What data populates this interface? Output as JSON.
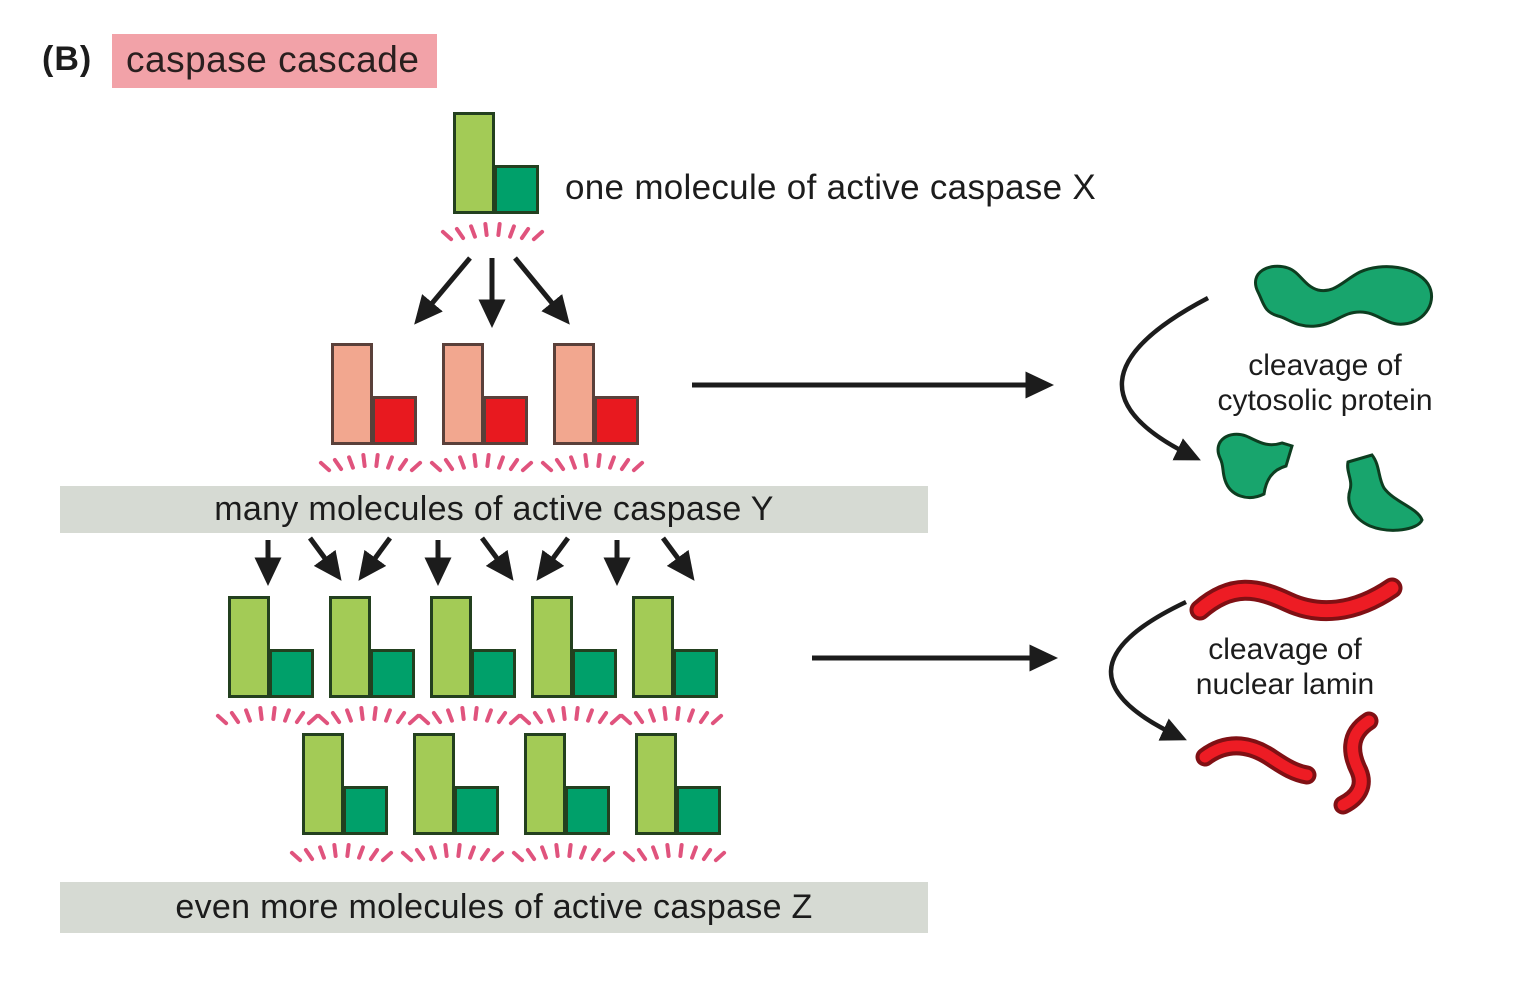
{
  "panel": {
    "label": "(B)",
    "title": "caspase cascade"
  },
  "labels": {
    "caspase_x": "one molecule of active caspase X",
    "caspase_y": "many molecules of active caspase Y",
    "caspase_z": "even more molecules of active caspase Z",
    "cleavage_cytosolic": {
      "line1": "cleavage of",
      "line2": "cytosolic protein"
    },
    "cleavage_lamin": {
      "line1": "cleavage of",
      "line2": "nuclear lamin"
    }
  },
  "molecule_rows": {
    "x": {
      "variant": "green",
      "count": 1
    },
    "y": {
      "variant": "pink",
      "count": 3
    },
    "z1": {
      "variant": "green",
      "count": 5
    },
    "z2": {
      "variant": "green",
      "count": 4
    }
  },
  "colors": {
    "title_highlight": "#f2a2a8",
    "banner": "#d6dad3",
    "green_large": "#a3cb56",
    "green_small": "#00a06a",
    "green_border": "#23401f",
    "pink_large": "#f2a78f",
    "red_small": "#e8191f",
    "pink_border": "#5a403a",
    "ray": "#e0537d",
    "protein": "#18a56d",
    "protein_border": "#0d3d20",
    "lamin": "#ed1c24",
    "lamin_border": "#801014",
    "arrow": "#1c1c1c",
    "text": "#1c1c1c"
  }
}
